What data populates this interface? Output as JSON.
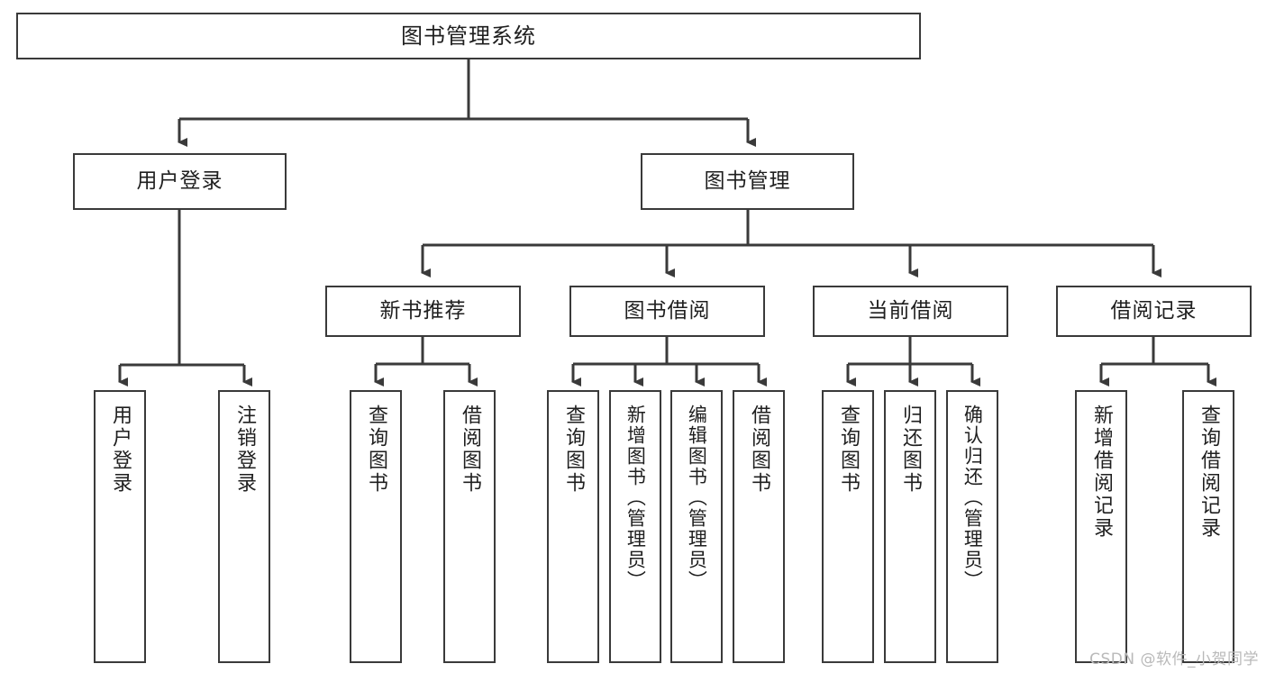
{
  "diagram": {
    "title": "图书管理系统",
    "watermark": "CSDN @软件_小贺同学",
    "colors": {
      "stroke": "#3a3a3a",
      "background": "#ffffff",
      "text": "#1f1f1f",
      "watermark": "#b9b9b9"
    },
    "nodes": {
      "root": {
        "label": "图书管理系统"
      },
      "tier2": [
        {
          "label": "用户登录"
        },
        {
          "label": "图书管理"
        }
      ],
      "tier3": [
        {
          "label": "新书推荐"
        },
        {
          "label": "图书借阅"
        },
        {
          "label": "当前借阅"
        },
        {
          "label": "借阅记录"
        }
      ],
      "leaves": {
        "user_login": [
          {
            "label": "用户登录"
          },
          {
            "label": "注销登录"
          }
        ],
        "new_book": [
          {
            "label": "查询图书"
          },
          {
            "label": "借阅图书"
          }
        ],
        "borrow_book": [
          {
            "label": "查询图书"
          },
          {
            "label": "新增图书（管理员）"
          },
          {
            "label": "编辑图书（管理员）"
          },
          {
            "label": "借阅图书"
          }
        ],
        "current_borrow": [
          {
            "label": "查询图书"
          },
          {
            "label": "归还图书"
          },
          {
            "label": "确认归还（管理员）"
          }
        ],
        "borrow_record": [
          {
            "label": "新增借阅记录"
          },
          {
            "label": "查询借阅记录"
          }
        ]
      }
    }
  }
}
